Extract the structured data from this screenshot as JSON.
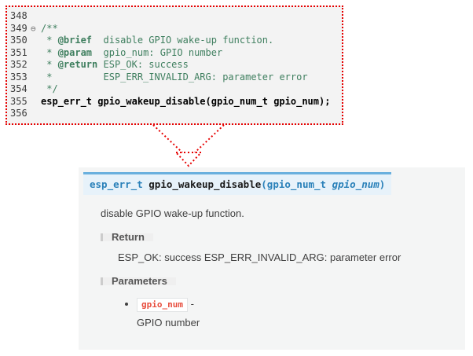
{
  "editor": {
    "lines": [
      {
        "num": "348",
        "fold": "",
        "pre": "",
        "tag": "",
        "text": ""
      },
      {
        "num": "349",
        "fold": "⊖",
        "pre": "/**",
        "tag": "",
        "text": ""
      },
      {
        "num": "350",
        "fold": "",
        "pre": " * ",
        "tag": "@brief",
        "text": "  disable GPIO wake-up function."
      },
      {
        "num": "351",
        "fold": "",
        "pre": " * ",
        "tag": "@param",
        "text": "  gpio_num: GPIO number"
      },
      {
        "num": "352",
        "fold": "",
        "pre": " * ",
        "tag": "@return",
        "text": " ESP_OK: success"
      },
      {
        "num": "353",
        "fold": "",
        "pre": " *",
        "tag": "",
        "text": "         ESP_ERR_INVALID_ARG: parameter error"
      },
      {
        "num": "354",
        "fold": "",
        "pre": " */",
        "tag": "",
        "text": ""
      },
      {
        "num": "355",
        "fold": "",
        "pre": "",
        "tag": "",
        "text": "",
        "code": "esp_err_t gpio_wakeup_disable(gpio_num_t gpio_num);"
      },
      {
        "num": "356",
        "fold": "",
        "pre": "",
        "tag": "",
        "text": ""
      }
    ]
  },
  "doc": {
    "signature": {
      "return_type": "esp_err_t ",
      "name": "gpio_wakeup_disable",
      "args_open": "(gpio_num_t ",
      "param_name": "gpio_num",
      "args_close": ")"
    },
    "description": "disable GPIO wake-up function.",
    "return_section": {
      "label": "Return",
      "text": "ESP_OK: success ESP_ERR_INVALID_ARG: parameter error"
    },
    "parameters_section": {
      "label": "Parameters",
      "items": [
        {
          "name": "gpio_num",
          "separator": "-",
          "description": "GPIO number"
        }
      ]
    }
  },
  "colors": {
    "highlight_border_red": "#e60000",
    "accent_blue": "#2980b9",
    "signature_bg": "#e7f2fa",
    "signature_top_border": "#6ab0de",
    "param_code_red": "#e74c3c",
    "comment_green": "#3f7f5f"
  }
}
